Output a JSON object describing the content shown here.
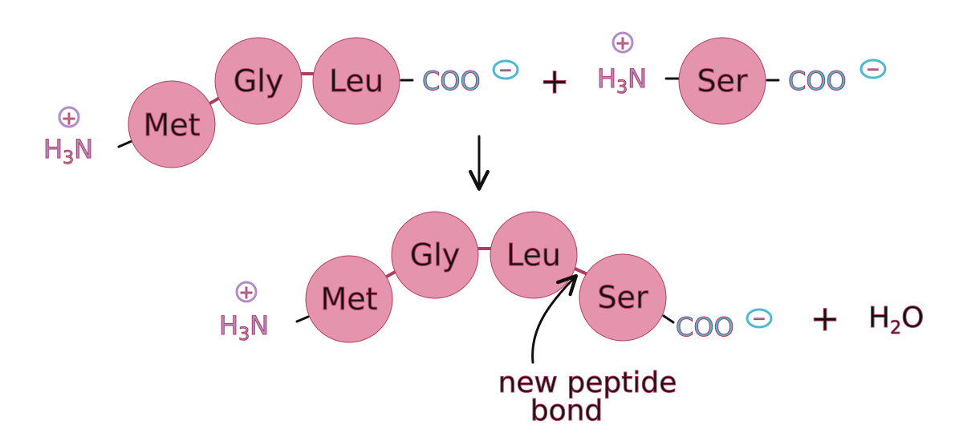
{
  "colors": {
    "residue_fill": "#e594ad",
    "peptide_bond": "#b23c5e",
    "amino_group": "#b48ac9",
    "carboxyl_group": "#4db8d4",
    "ink": "#111111"
  },
  "reactants": {
    "chain": {
      "n_terminus": {
        "base": "H",
        "sub": "3",
        "tail": "N",
        "charge": "+"
      },
      "residues": [
        "Met",
        "Gly",
        "Leu"
      ],
      "c_terminus": {
        "text": "COO",
        "charge": "−"
      }
    },
    "plus": "+",
    "amino_acid": {
      "n_terminus": {
        "base": "H",
        "sub": "3",
        "tail": "N",
        "charge": "+"
      },
      "residue": "Ser",
      "c_terminus": {
        "text": "COO",
        "charge": "−"
      }
    }
  },
  "product": {
    "n_terminus": {
      "base": "H",
      "sub": "3",
      "tail": "N",
      "charge": "+"
    },
    "residues": [
      "Met",
      "Gly",
      "Leu",
      "Ser"
    ],
    "c_terminus": {
      "text": "COO",
      "charge": "−"
    },
    "plus": "+",
    "water": {
      "base": "H",
      "sub": "2",
      "tail": "O"
    }
  },
  "annotation": {
    "line1": "new peptide",
    "line2": "bond"
  }
}
